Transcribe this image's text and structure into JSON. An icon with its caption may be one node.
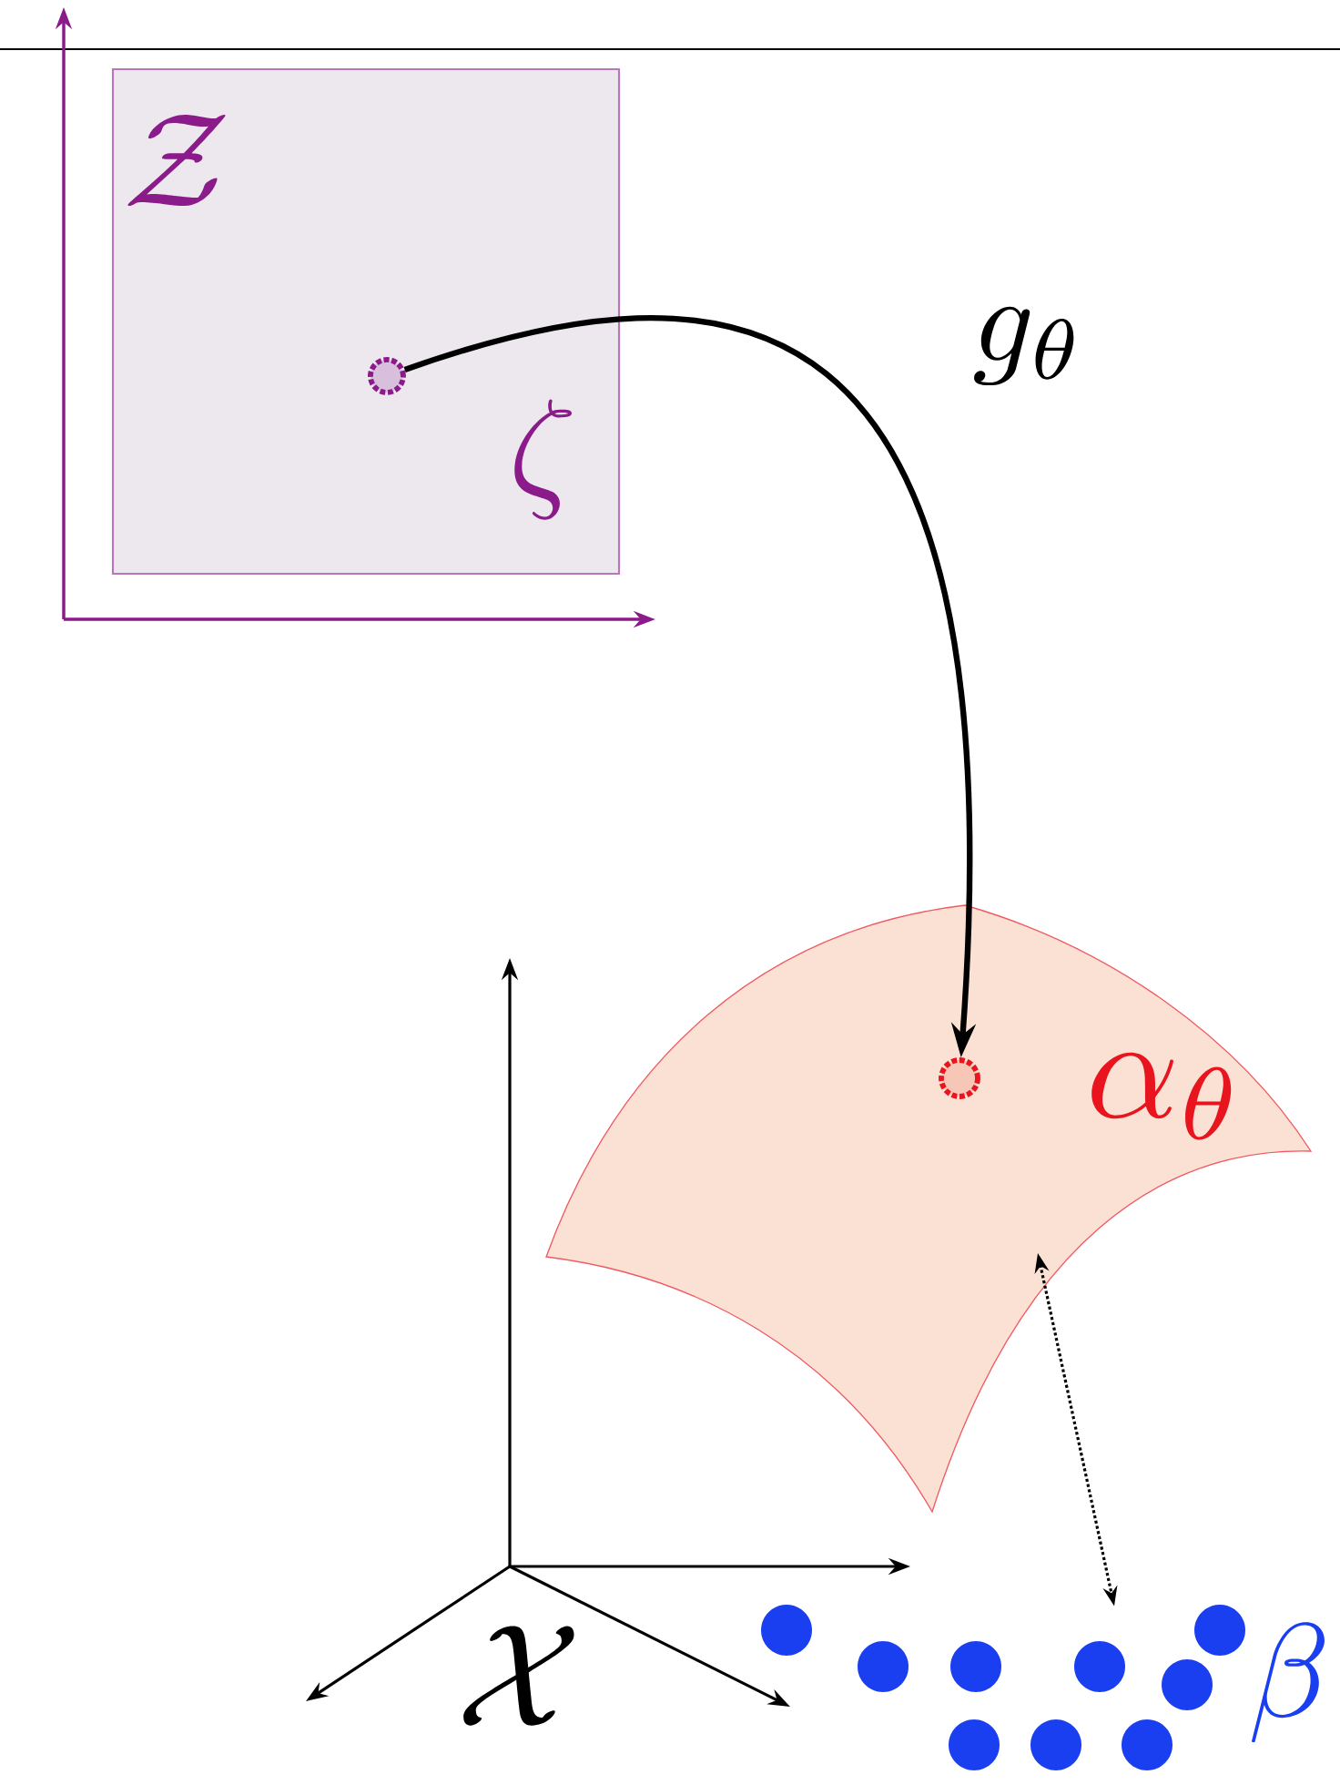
{
  "diagram": {
    "nodes": [
      {
        "text": [
          "\\mathcal{Z}"
        ]
      },
      {
        "text": [],
        "shape": "circle",
        "in": 0
      },
      {
        "text": [
          "\\alpha_\\theta"
        ]
      },
      {
        "text": [],
        "shape": "circle",
        "in": 2
      },
      {
        "text": [
          "\\beta"
        ]
      }
    ],
    "edges": [
      {
        "from": 1,
        "to": 3,
        "arrow": "to",
        "label": "g_\\theta",
        "style": "thick"
      },
      {
        "from": 2,
        "to": 4,
        "arrow": "both",
        "style": "dashed"
      }
    ],
    "labels": [
      "\\zeta",
      "\\mathcal{X}"
    ]
  }
}
